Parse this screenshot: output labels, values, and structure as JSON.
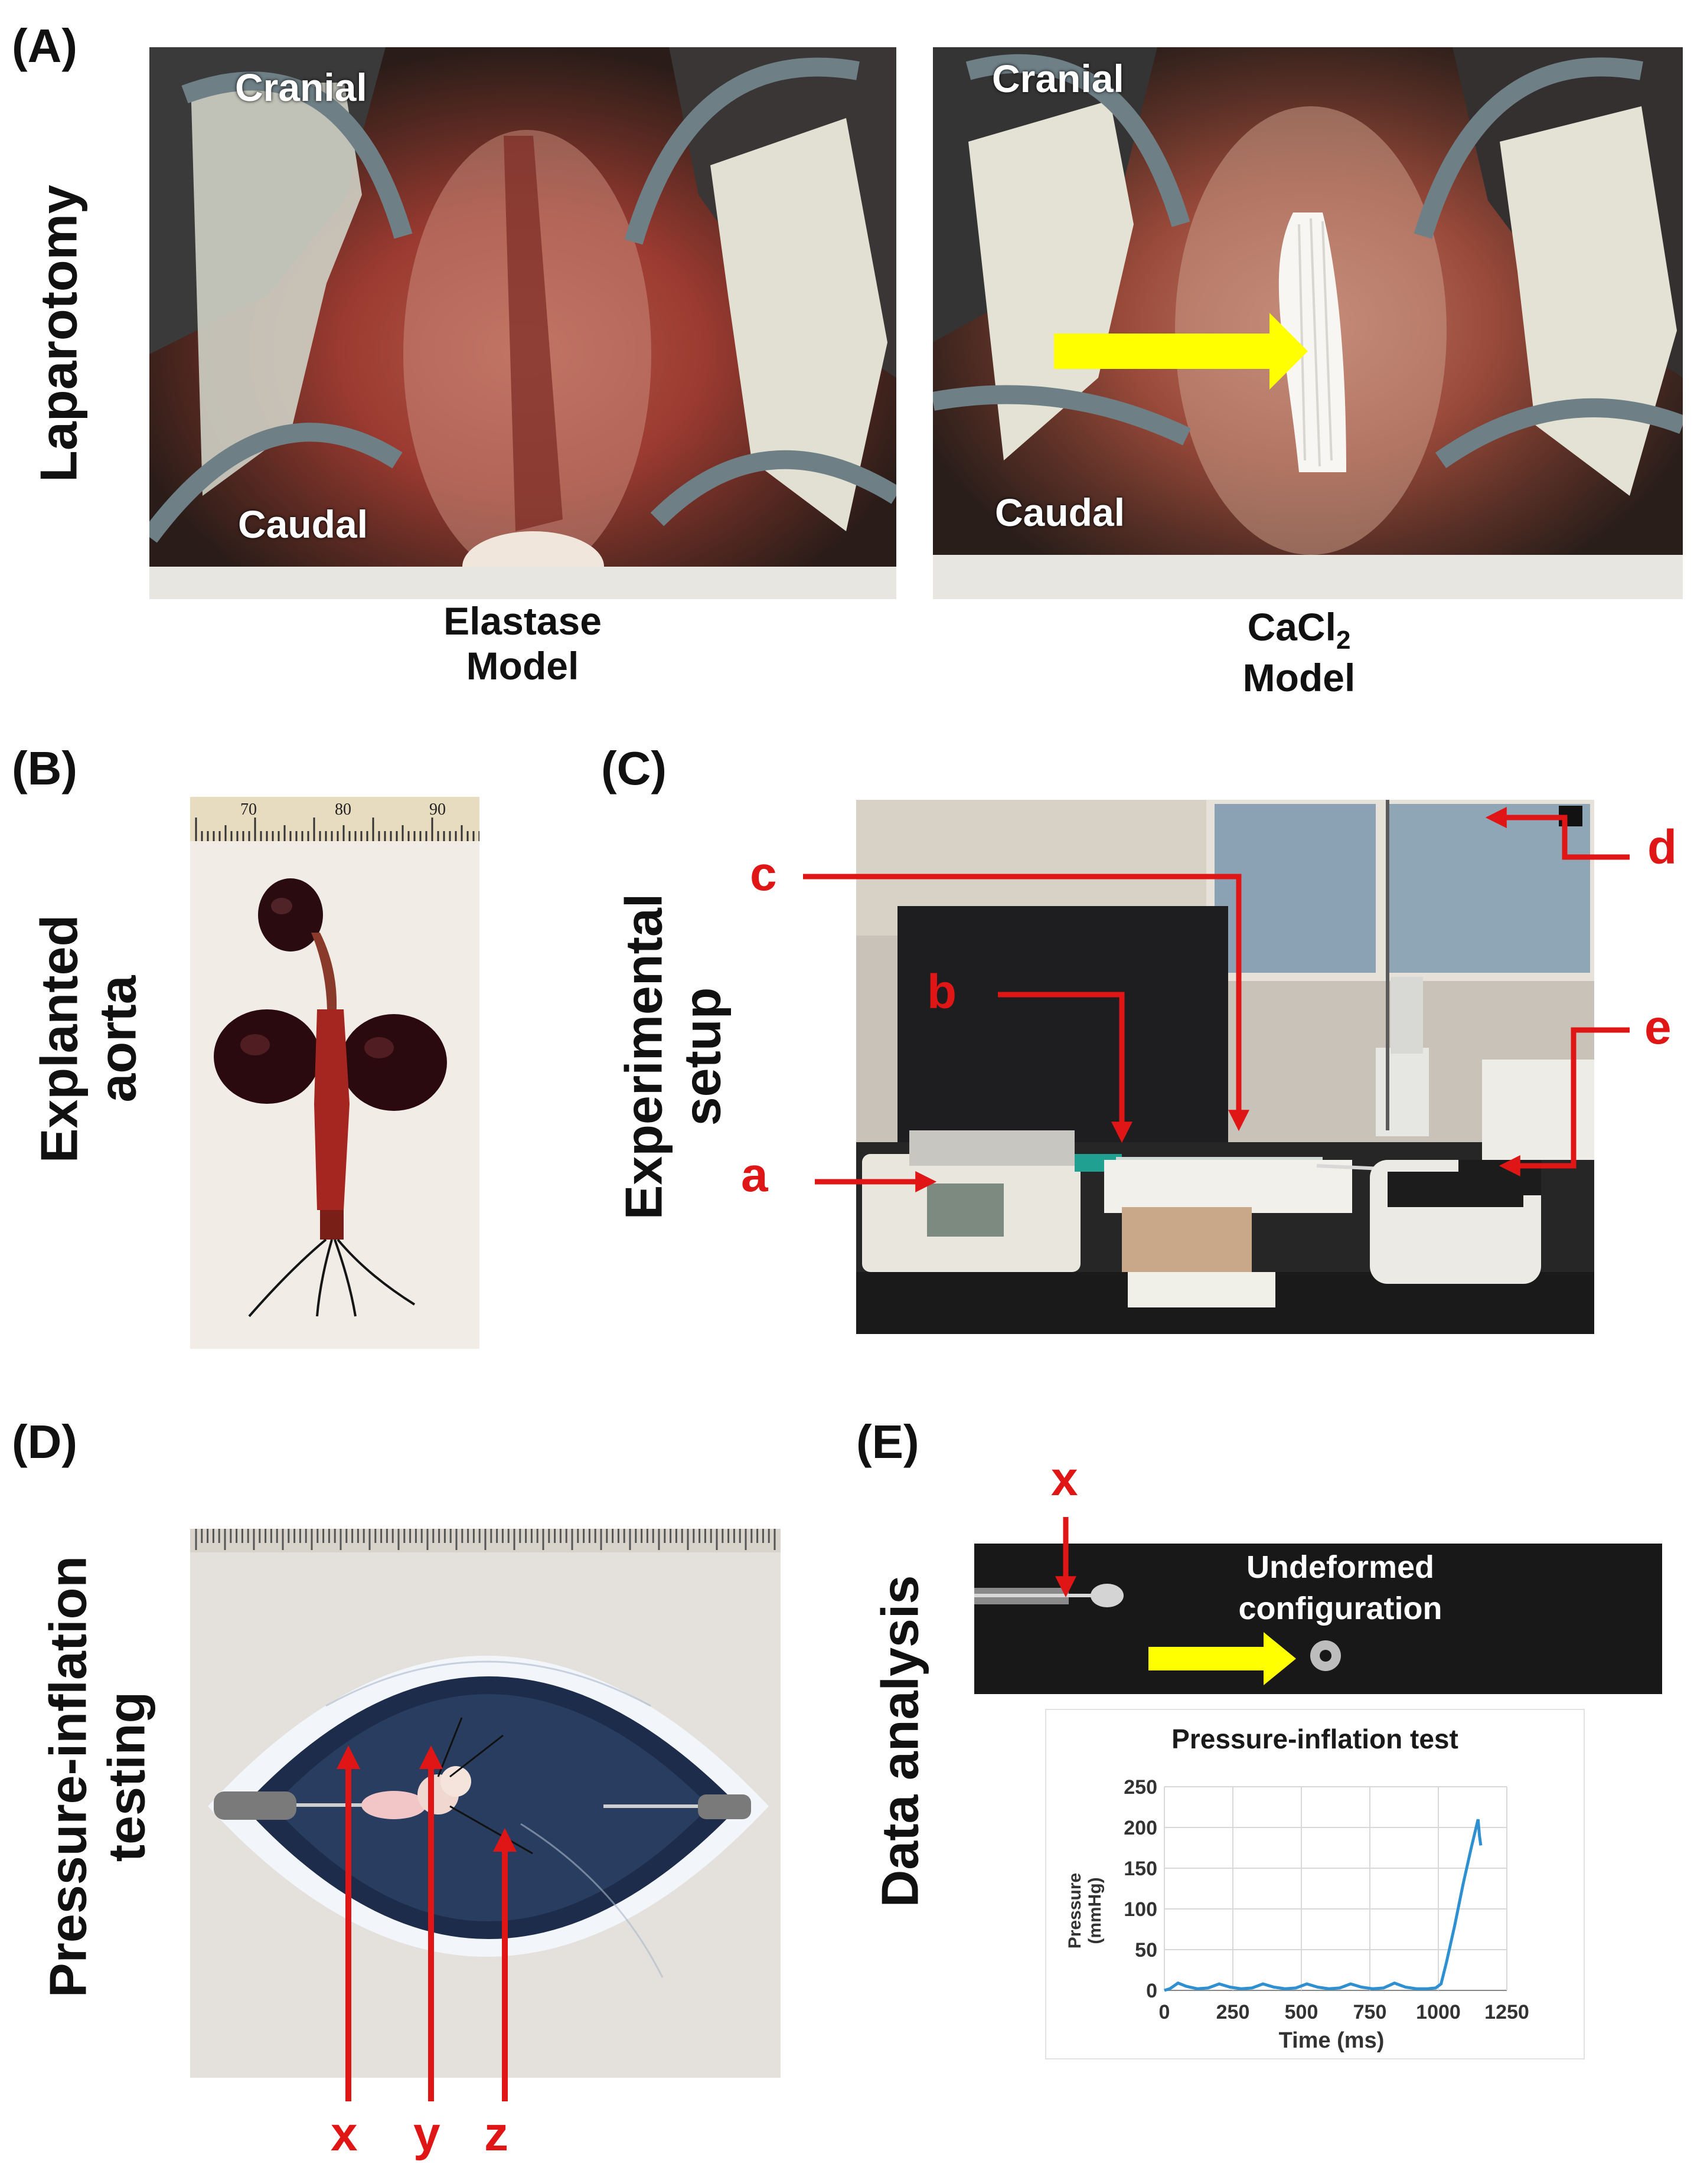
{
  "panel_labels": {
    "a": "(A)",
    "b": "(B)",
    "c": "(C)",
    "d": "(D)",
    "e": "(E)"
  },
  "row_labels": {
    "laparotomy": "Laparotomy",
    "explanted_line1": "Explanted",
    "explanted_line2": "aorta",
    "experimental_line1": "Experimental",
    "experimental_line2": "setup",
    "pressure_line1": "Pressure-inflation",
    "pressure_line2": "testing",
    "data_analysis": "Data analysis"
  },
  "panel_a": {
    "left": {
      "top": "Cranial",
      "bottom": "Caudal",
      "caption_line1": "Elastase",
      "caption_line2": "Model"
    },
    "right": {
      "top": "Cranial",
      "bottom": "Caudal",
      "caption_base": "CaCl",
      "caption_sub": "2",
      "caption_line2": "Model"
    }
  },
  "panel_b": {
    "ruler_labels": [
      "70",
      "80",
      "90"
    ]
  },
  "panel_c": {
    "labels": {
      "a": "a",
      "b": "b",
      "c": "c",
      "d": "d",
      "e": "e"
    }
  },
  "panel_d": {
    "labels": {
      "x": "x",
      "y": "y",
      "z": "z"
    }
  },
  "panel_e": {
    "x_label": "x",
    "undeformed_line1": "Undeformed",
    "undeformed_line2": "configuration"
  },
  "colors": {
    "arrow_red": "#e01616",
    "arrow_yellow": "#ffff00",
    "series": "#2e8fd1"
  },
  "chart_data": {
    "type": "line",
    "title": "Pressure-inflation test",
    "xlabel": "Time (ms)",
    "ylabel_line1": "Pressure",
    "ylabel_line2": "(mmHg)",
    "xlim": [
      0,
      1250
    ],
    "ylim": [
      0,
      250
    ],
    "xticks": [
      0,
      250,
      500,
      750,
      1000,
      1250
    ],
    "yticks": [
      0,
      50,
      100,
      150,
      200,
      250
    ],
    "grid": true,
    "series": [
      {
        "values": [
          [
            0,
            0
          ],
          [
            20,
            2
          ],
          [
            50,
            9
          ],
          [
            80,
            5
          ],
          [
            120,
            2
          ],
          [
            160,
            3
          ],
          [
            200,
            8
          ],
          [
            240,
            4
          ],
          [
            280,
            2
          ],
          [
            320,
            3
          ],
          [
            360,
            8
          ],
          [
            400,
            4
          ],
          [
            440,
            2
          ],
          [
            480,
            3
          ],
          [
            520,
            8
          ],
          [
            560,
            4
          ],
          [
            600,
            2
          ],
          [
            640,
            3
          ],
          [
            680,
            8
          ],
          [
            720,
            4
          ],
          [
            760,
            2
          ],
          [
            800,
            3
          ],
          [
            840,
            9
          ],
          [
            880,
            4
          ],
          [
            920,
            2
          ],
          [
            960,
            2
          ],
          [
            990,
            3
          ],
          [
            1010,
            8
          ],
          [
            1030,
            35
          ],
          [
            1060,
            80
          ],
          [
            1090,
            130
          ],
          [
            1120,
            175
          ],
          [
            1145,
            210
          ],
          [
            1150,
            190
          ],
          [
            1155,
            178
          ]
        ]
      }
    ]
  }
}
